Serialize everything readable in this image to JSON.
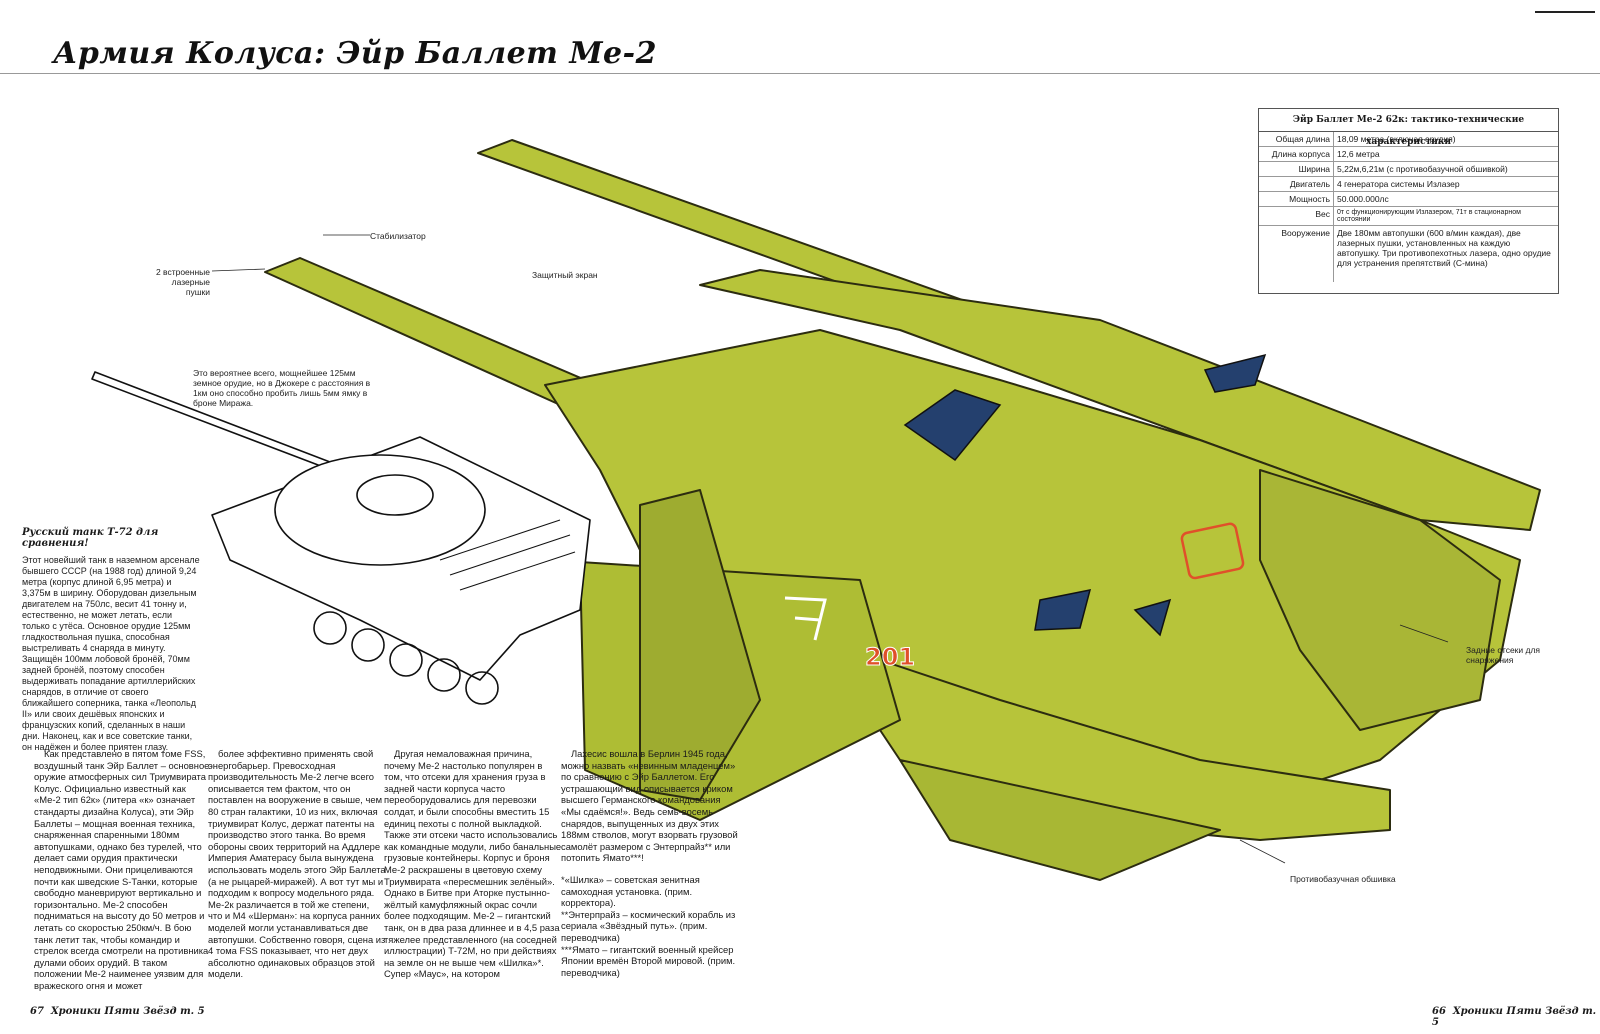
{
  "page": {
    "title": "Армия Колуса: Эйр Баллет Ме-2"
  },
  "specs": {
    "heading": "Эйр Баллет Ме-2 62к: тактико-технические характеристики",
    "rows": [
      {
        "key": "Общая длина",
        "value": "18,09 метра (включая орудия)"
      },
      {
        "key": "Длина корпуса",
        "value": "12,6 метра"
      },
      {
        "key": "Ширина",
        "value": "5,22м,6,21м (с противобазучной обшивкой)"
      },
      {
        "key": "Двигатель",
        "value": "4 генератора системы Излазер"
      },
      {
        "key": "Мощность",
        "value": "50.000.000лс"
      },
      {
        "key": "Вес",
        "value": "0т с функционирующим Излазером, 71т в стационарном состоянии"
      },
      {
        "key": "Вооружение",
        "value": "Две 180мм автопушки (600 в/мин каждая), две лазерных пушки, установленных на каждую автопушку. Три противопехотных лазера, одно орудие для устранения препятствий (С-мина)"
      }
    ]
  },
  "callouts": {
    "stabilizer": "Стабилизатор",
    "lasers": "2 встроенные лазерные пушки",
    "screen": "Защитный экран",
    "gun": "Это вероятнее всего, мощнейшее 125мм земное орудие, но в Джокере с расстояния в 1км оно способно пробить лишь 5мм ямку в броне Миража.",
    "rear_bays": "Задние отсеки для снаряжения",
    "armor": "Противобазучная обшивка",
    "hull_number": "201"
  },
  "tank": {
    "heading": "Русский танк Т-72 для сравнения!",
    "body": "Этот новейший танк в наземном арсенале бывшего СССР (на 1988 год) длиной 9,24 метра (корпус длиной 6,95 метра) и 3,375м в ширину. Оборудован дизельным двигателем на 750лс, весит 41 тонну и, естественно, не может летать, если только с утёса. Основное орудие 125мм гладкоствольная пушка, способная выстреливать 4 снаряда в минуту. Защищён 100мм лобовой бронёй, 70мм задней бронёй, поэтому способен выдерживать попадание артиллерийских снарядов, в отличие от своего ближайшего соперника, танка «Леопольд II» или своих дешёвых японских и французских копий, сделанных в наши дни. Наконец, как и все советские танки, он надёжен и более приятен глазу."
  },
  "columns": [
    "Как представлено в пятом томе FSS, воздушный танк Эйр Баллет – основное оружие атмосферных сил Триумвирата Колус. Официально известный как «Ме-2 тип 62к» (литера «к» означает стандарты дизайна Колуса), эти Эйр Баллеты – мощная военная техника, снаряженная спаренными 180мм автопушками, однако без турелей, что делает сами орудия практически неподвижными. Они прицеливаются почти как шведские S-Танки, которые свободно маневрируют вертикально и горизонтально. Ме-2 способен подниматься на высоту до 50 метров и летать со скоростью 250км/ч. В бою танк летит так, чтобы командир и стрелок всегда смотрели на противника дулами обоих орудий. В таком положении Ме-2 наименее уязвим для вражеского огня и может",
    "более эффективно применять свой энергобарьер. Превосходная производительность Ме-2 легче всего описывается тем фактом, что он поставлен на вооружение в свыше, чем 80 стран галактики, 10 из них, включая триумвират Колус, держат патенты на производство этого танка. Во время обороны своих территорий на Аддлере Империя Аматерасу была вынуждена использовать модель этого Эйр Баллета (а не рыцарей-миражей). А вот тут мы и подходим к вопросу модельного ряда. Ме-2к различается в той же степени, что и М4 «Шерман»: на корпуса ранних моделей могли устанавливаться две автопушки. Собственно говоря, сцена из 4 тома FSS показывает, что нет двух абсолютно одинаковых образцов этой модели.",
    "Другая немаловажная причина, почему Ме-2 настолько популярен в том, что отсеки для хранения груза в задней части корпуса часто переоборудовались для перевозки солдат, и были способны вместить 15 единиц пехоты с полной выкладкой. Также эти отсеки часто использовались как командные модули, либо банальные грузовые контейнеры. Корпус и броня Ме-2 раскрашены в цветовую схему Триумвирата «пересмешник зелёный». Однако в Битве при Аторке пустынно-жёлтый камуфляжный окрас сочли более подходящим. Ме-2 – гигантский танк, он в два раза длиннее и в 4,5 раза тяжелее представленного (на соседней иллюстрации) Т-72М, но при действиях на земле он не выше чем «Шилка»*. Супер «Маус», на котором",
    "Лахесис вошла в Берлин 1945 года, можно назвать «невинным младенцем» по сравнению с Эйр Баллетом. Его устрашающий вид описывается криком высшего Германского командования «Мы сдаёмся!». Ведь семь-восемь снарядов, выпущенных из двух этих 188мм стволов, могут взорвать грузовой самолёт размером с Энтерпрайз** или потопить Ямато***!"
  ],
  "notes": [
    "*«Шилка» – советская зенитная самоходная установка. (прим. корректора).",
    "**Энтерпрайз – космический корабль из сериала «Звёздный путь». (прим. переводчика)",
    "***Ямато – гигантский военный крейсер Японии времён Второй мировой. (прим. переводчика)"
  ],
  "footer": {
    "left_page": "67",
    "left_title": "Хроники Пяти Звёзд т. 5",
    "right_page": "66",
    "right_title": "Хроники Пяти Звёзд т. 5"
  },
  "colors": {
    "hull": "#b7c43a",
    "hull_dark": "#8a9622",
    "panel_blue": "#24406e",
    "accent_orange": "#e0502a"
  }
}
